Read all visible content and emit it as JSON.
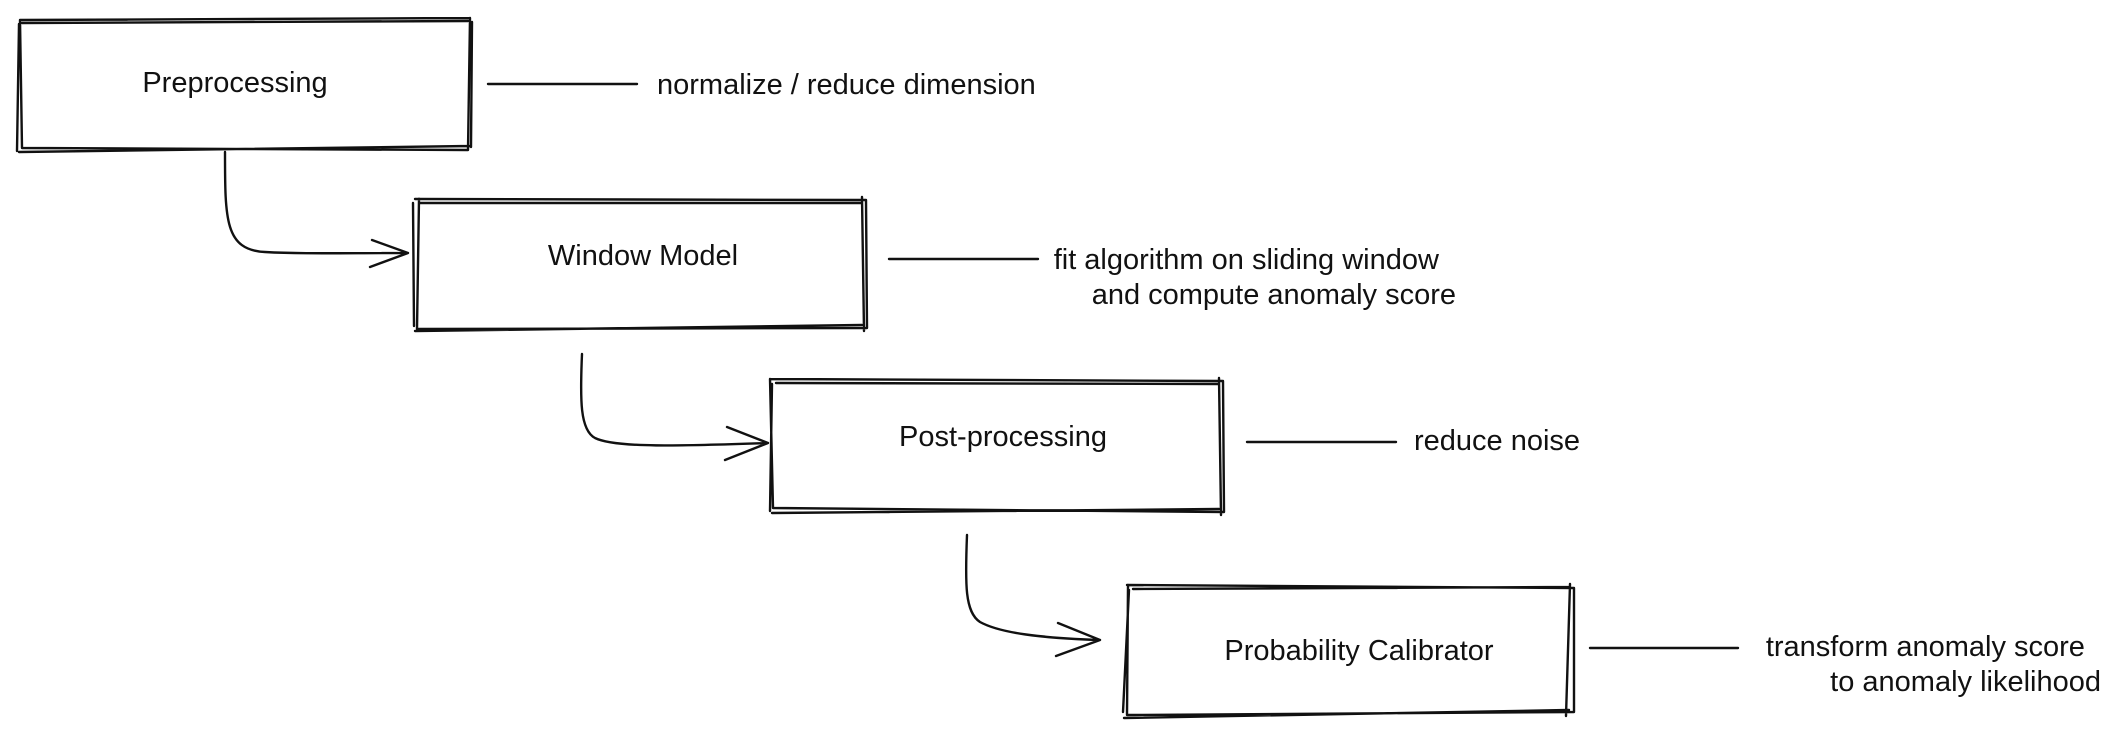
{
  "diagram": {
    "stages": [
      {
        "label": "Preprocessing",
        "note": [
          "normalize / reduce dimension"
        ]
      },
      {
        "label": "Window Model",
        "note": [
          "fit algorithm on sliding window",
          "and compute anomaly score"
        ]
      },
      {
        "label": "Post-processing",
        "note": [
          "reduce noise"
        ]
      },
      {
        "label": "Probability Calibrator",
        "note": [
          "transform anomaly score",
          "to anomaly likelihood"
        ]
      }
    ]
  }
}
